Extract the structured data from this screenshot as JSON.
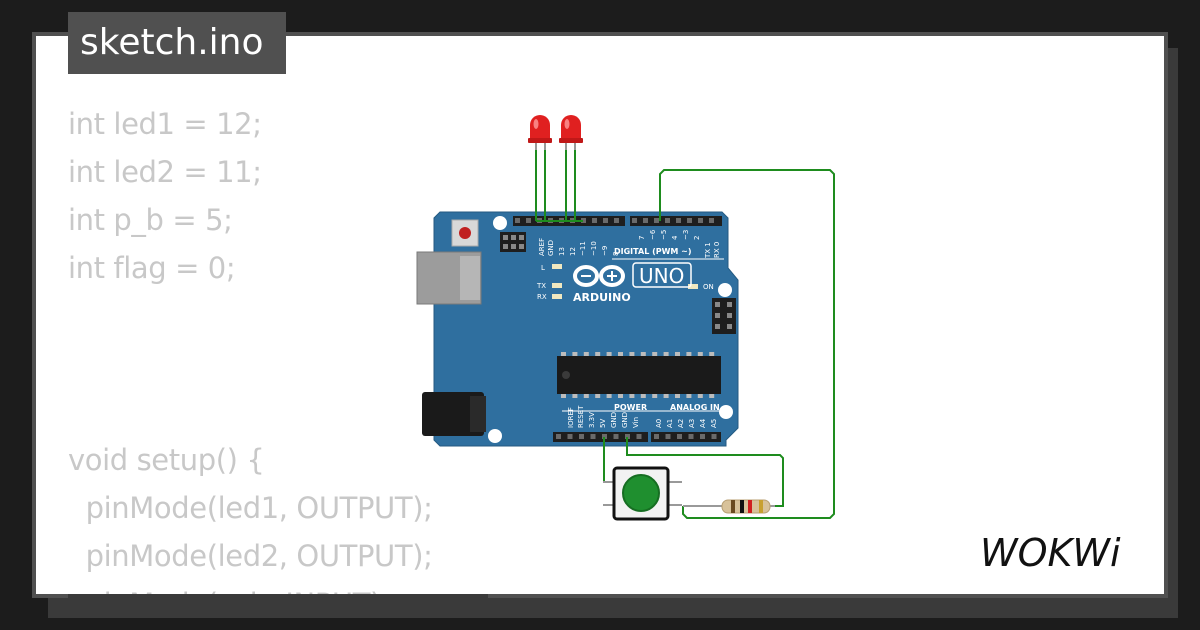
{
  "tab": {
    "filename": "sketch.ino"
  },
  "code": {
    "lines": [
      "int led1 = 12;",
      "int led2 = 11;",
      "int p_b = 5;",
      "int flag = 0;",
      "",
      "",
      "",
      "void setup() {",
      "  pinMode(led1, OUTPUT);",
      "  pinMode(led2, OUTPUT);",
      "  pinMode(p_b, INPUT);"
    ]
  },
  "board": {
    "brand": "ARDUINO",
    "model": "UNO",
    "digital_label": "DIGITAL (PWM ~)",
    "power_label": "POWER",
    "analog_label": "ANALOG IN",
    "on_label": "ON",
    "l_label": "L",
    "tx_label": "TX",
    "rx_label": "RX",
    "digital_pins": [
      "AREF",
      "GND",
      "13",
      "12",
      "~11",
      "~10",
      "~9",
      "8",
      "7",
      "~6",
      "~5",
      "4",
      "~3",
      "2",
      "TX 1",
      "RX 0"
    ],
    "power_pins": [
      "IOREF",
      "RESET",
      "3.3V",
      "5V",
      "GND",
      "GND",
      "Vin"
    ],
    "analog_pins": [
      "A0",
      "A1",
      "A2",
      "A3",
      "A4",
      "A5"
    ]
  },
  "logo": {
    "text": "WOKWi"
  },
  "colors": {
    "board": "#2f6f9f",
    "wire": "#1e8c1e",
    "led": "#e02020",
    "button": "#1f8f2f",
    "tab": "#505050"
  }
}
